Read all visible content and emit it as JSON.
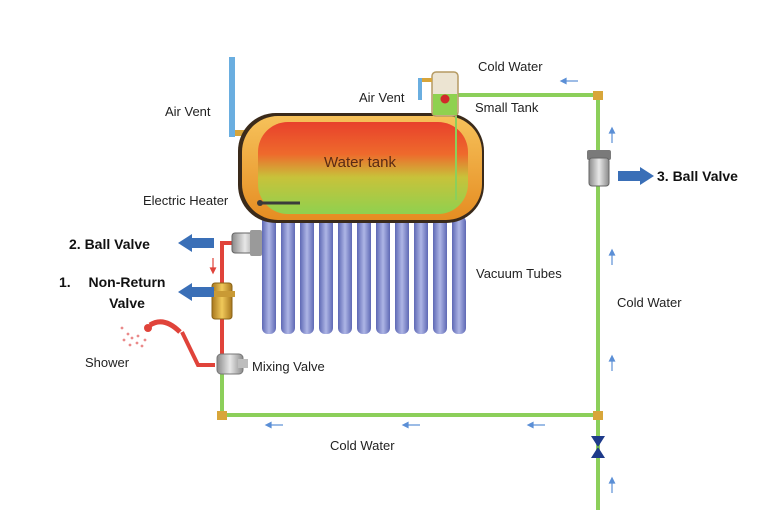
{
  "labels": {
    "air_vent_left": "Air Vent",
    "air_vent_right": "Air Vent",
    "cold_water_top": "Cold Water",
    "small_tank": "Small Tank",
    "water_tank": "Water tank",
    "electric_heater": "Electric Heater",
    "vacuum_tubes": "Vacuum Tubes",
    "shower": "Shower",
    "mixing_valve": "Mixing Valve",
    "cold_water_right": "Cold Water",
    "cold_water_bottom": "Cold Water"
  },
  "callouts": {
    "ball_valve_2": "2. Ball Valve",
    "ball_valve_3": "3. Ball Valve",
    "non_return_number": "1.",
    "non_return_line1": "Non-Return",
    "non_return_line2": "Valve"
  },
  "colors": {
    "cold_pipe": "#8ccf5a",
    "hot_pipe": "#e0433a",
    "vent_pipe": "#6aaee0",
    "tube": "#7b86c8",
    "callout_arrow": "#3a6fb7",
    "flow_arrow": "#5b8fd6",
    "tank_hot": "#e8412c",
    "tank_cold": "#8fd14f",
    "tank_shell": "#f0a23a",
    "valve_brass": "#d7a53a"
  },
  "icons": [
    "arrow-left-icon",
    "arrow-right-icon",
    "arrow-up-icon",
    "shower-head-icon",
    "brass-valve-icon",
    "ball-valve-icon",
    "gate-valve-icon"
  ]
}
